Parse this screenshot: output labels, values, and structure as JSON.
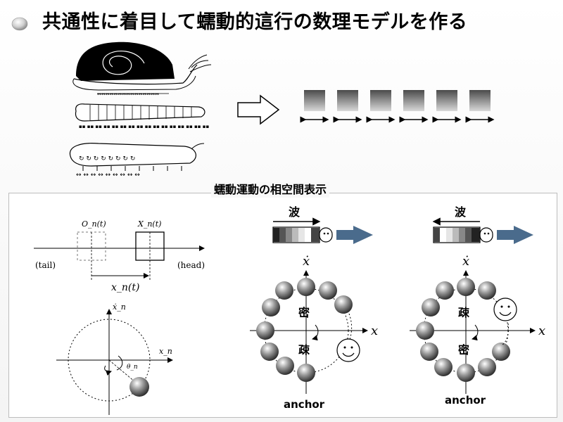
{
  "title": "共通性に着目して蠕動的這行の数理モデルを作る",
  "bullet_icon": "gray-sphere-bullet-icon",
  "upper_diagram": {
    "organisms": [
      "snail-icon",
      "caterpillar-icon",
      "earthworm-icon"
    ],
    "arrow": "right-hollow-arrow-icon",
    "segment_count": 6
  },
  "phase_section": {
    "label": "蠕動運動の相空間表示",
    "left_top": {
      "o_label": "O_n(t)",
      "x_label": "X_n(t)",
      "tail_label": "(tail)",
      "head_label": "(head)",
      "dist_label": "x_n(t)"
    },
    "left_bottom": {
      "y_axis_label": "ẋ_n",
      "x_axis_label": "x_n",
      "angle_label": "θ_n"
    },
    "middle": {
      "wave_label": "波",
      "wave_direction": "right",
      "x_label": "x",
      "xdot_label": "ẋ",
      "dense_label": "密",
      "sparse_label": "疎",
      "anchor_label": "anchor"
    },
    "right": {
      "wave_label": "波",
      "wave_direction": "left",
      "x_label": "x",
      "xdot_label": "ẋ",
      "dense_label": "密",
      "sparse_label": "疎",
      "anchor_label": "anchor"
    }
  },
  "colors": {
    "arrow_blue": "#4a6b8c",
    "frame_border": "#bdbdbd"
  }
}
